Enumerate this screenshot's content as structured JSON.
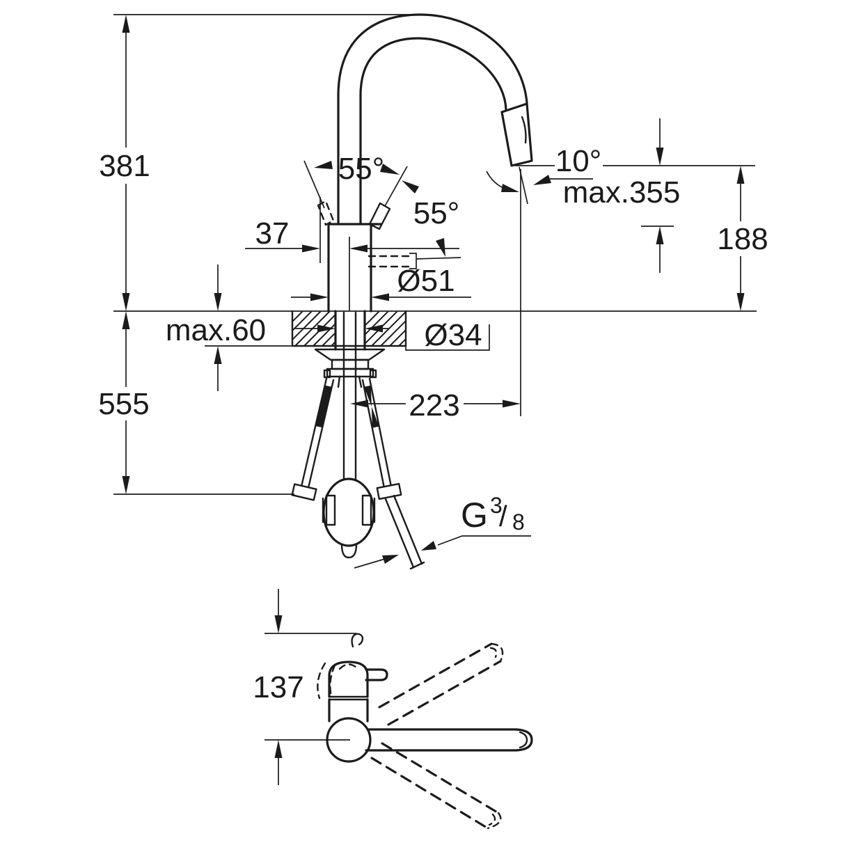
{
  "diagram": {
    "type": "technical-dimension-drawing",
    "subject": "kitchen faucet with pull-out spray, side view and top view",
    "line_color": "#1b1b1b",
    "background_color": "#ffffff",
    "labels": {
      "height_above_deck": "381",
      "height_below_deck": "555",
      "deck_thickness_max": "max.60",
      "lever_offset": "37",
      "lever_angle_open": "55°",
      "lever_angle_side": "55°",
      "body_diameter": "Ø51",
      "hole_diameter": "Ø34",
      "spray_tilt_angle": "10°",
      "hose_extension_max": "max.355",
      "spout_outlet_height": "188",
      "spout_reach": "223",
      "thread_letter": "G",
      "thread_numerator": "3",
      "thread_divider": "/",
      "thread_denominator": "8",
      "swivel_clearance": "137"
    }
  }
}
